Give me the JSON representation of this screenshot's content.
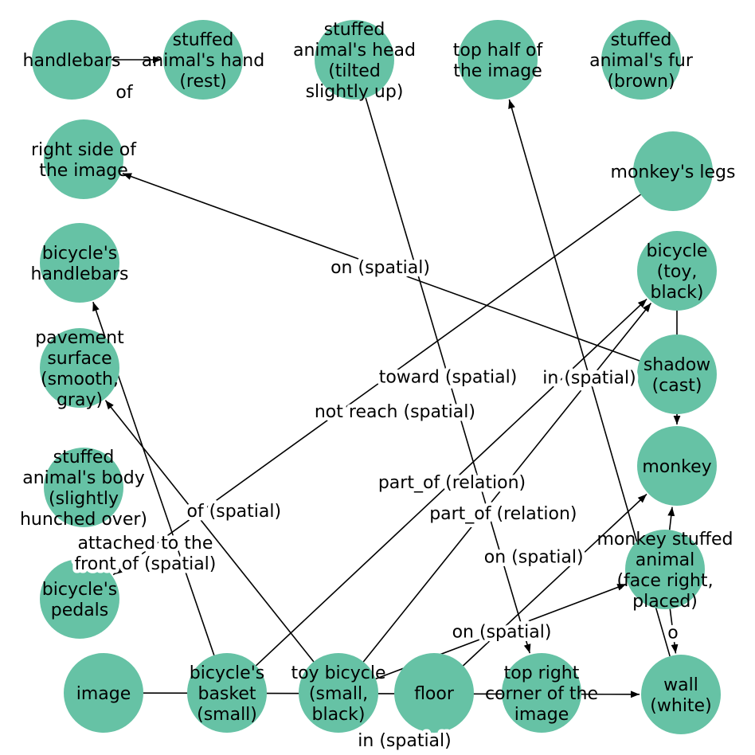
{
  "graph": {
    "node_color": "#66c2a5",
    "edge_color": "#000000",
    "directed": true,
    "nodes": [
      {
        "id": "head",
        "label": "stuffed animal's head\n(tilted slightly up)"
      },
      {
        "id": "tophalf",
        "label": "top half of the image"
      },
      {
        "id": "hand",
        "label": "stuffed animal's hand\n(rest)"
      },
      {
        "id": "handlebars",
        "label": "handlebars"
      },
      {
        "id": "fur",
        "label": "stuffed animal's fur\n(brown)"
      },
      {
        "id": "rightside",
        "label": "right side of the image"
      },
      {
        "id": "legs",
        "label": "monkey's legs"
      },
      {
        "id": "bhandlebars",
        "label": "bicycle's handlebars"
      },
      {
        "id": "bicycle",
        "label": "bicycle\n(toy,\nblack)"
      },
      {
        "id": "pavement",
        "label": "pavement surface\n(smooth,\ngray)"
      },
      {
        "id": "body",
        "label": "stuffed animal's body\n(slightly hunched over)"
      },
      {
        "id": "shadow",
        "label": "shadow\n(cast)"
      },
      {
        "id": "monkey",
        "label": "monkey"
      },
      {
        "id": "pedals",
        "label": "bicycle's pedals"
      },
      {
        "id": "msa",
        "label": "monkey stuffed animal\n(face right,\nplaced)"
      },
      {
        "id": "image",
        "label": "image"
      },
      {
        "id": "wall",
        "label": "wall\n(white)"
      },
      {
        "id": "basket",
        "label": "bicycle's basket\n(small)"
      },
      {
        "id": "toybike",
        "label": "toy bicycle\n(small,\nblack)"
      },
      {
        "id": "floor",
        "label": "floor"
      },
      {
        "id": "corner",
        "label": "top right corner of the image"
      }
    ],
    "edges": [
      {
        "source": "head",
        "target": "corner",
        "label": "toward (spatial)"
      },
      {
        "source": "shadow",
        "target": "rightside",
        "label": "on (spatial)"
      },
      {
        "source": "legs",
        "target": "pedals",
        "label": "not reach (spatial)"
      },
      {
        "source": "wall",
        "target": "tophalf",
        "label": "in (spatial)"
      },
      {
        "source": "basket",
        "target": "bicycle",
        "label": "part_of (relation)"
      },
      {
        "source": "toybike",
        "target": "bicycle",
        "label": "part_of (relation)"
      },
      {
        "source": "floor",
        "target": "monkey",
        "label": "on (spatial)"
      },
      {
        "source": "image",
        "target": "wall",
        "label": "in (spatial)"
      },
      {
        "source": "toybike",
        "target": "msa",
        "label": "on (spatial)"
      },
      {
        "source": "basket",
        "target": "bhandlebars",
        "label": "attached to the front of (spatial)"
      },
      {
        "source": "toybike",
        "target": "pavement",
        "label": "of (spatial)"
      },
      {
        "source": "bicycle",
        "target": "monkey",
        "label": ""
      },
      {
        "source": "msa",
        "target": "monkey",
        "label": ""
      },
      {
        "source": "handlebars",
        "target": "hand",
        "label": "of"
      },
      {
        "source": "msa",
        "target": "wall",
        "label": "o"
      }
    ]
  }
}
